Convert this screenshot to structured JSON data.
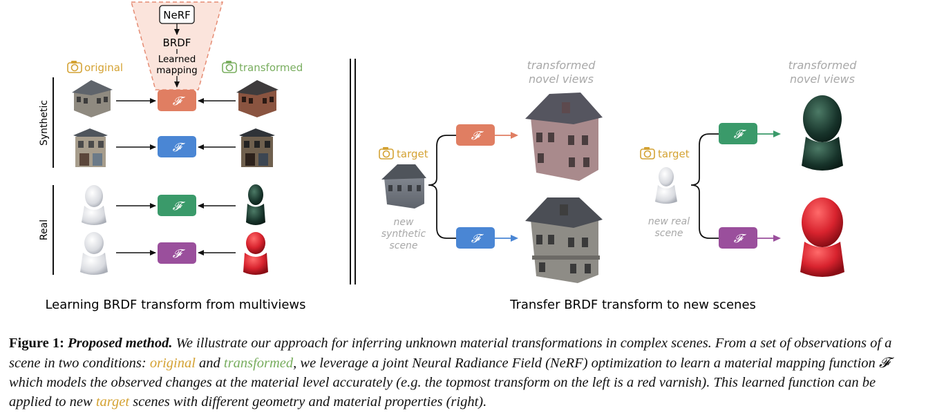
{
  "left_panel": {
    "nerf_label": "NeRF",
    "brdf_label": "BRDF",
    "learned_line1": "Learned",
    "learned_line2": "mapping",
    "original_label": "original",
    "transformed_label": "transformed",
    "group_synthetic": "Synthetic",
    "group_real": "Real",
    "function_symbol": "𝓕",
    "title": "Learning BRDF transform from multiviews"
  },
  "right_panel": {
    "transformed_line1": "transformed",
    "transformed_line2": "novel views",
    "target_label": "target",
    "new_synthetic_line1": "new",
    "new_synthetic_line2": "synthetic",
    "new_synthetic_line3": "scene",
    "new_real_line1": "new real",
    "new_real_line2": "scene",
    "title": "Transfer BRDF transform to new scenes"
  },
  "colors": {
    "orange": "#e07e62",
    "blue": "#4a86d4",
    "green": "#3a9a6a",
    "purple": "#9a4f9c",
    "original_gold": "#d4a233",
    "transformed_green": "#78ad5e",
    "nerf_fill": "#fbe4dc",
    "nerf_border": "#e58c74"
  },
  "caption": {
    "label": "Figure 1:",
    "bold_title": "Proposed method.",
    "p1": "We illustrate our approach for inferring unknown material transformations in complex scenes. From a set of observations of a scene in two conditions:",
    "original": "original",
    "and": "and",
    "transformed": "transformed",
    "p2": ", we leverage a joint Neural Radiance Field (NeRF) optimization to learn a material mapping function",
    "fsym": "𝓕",
    "p3": "which models the observed changes at the material level accurately (e.g. the topmost transform on the left is a red varnish). This learned function can be applied to new",
    "target": "target",
    "p4": "scenes with different geometry and material properties (right)."
  }
}
